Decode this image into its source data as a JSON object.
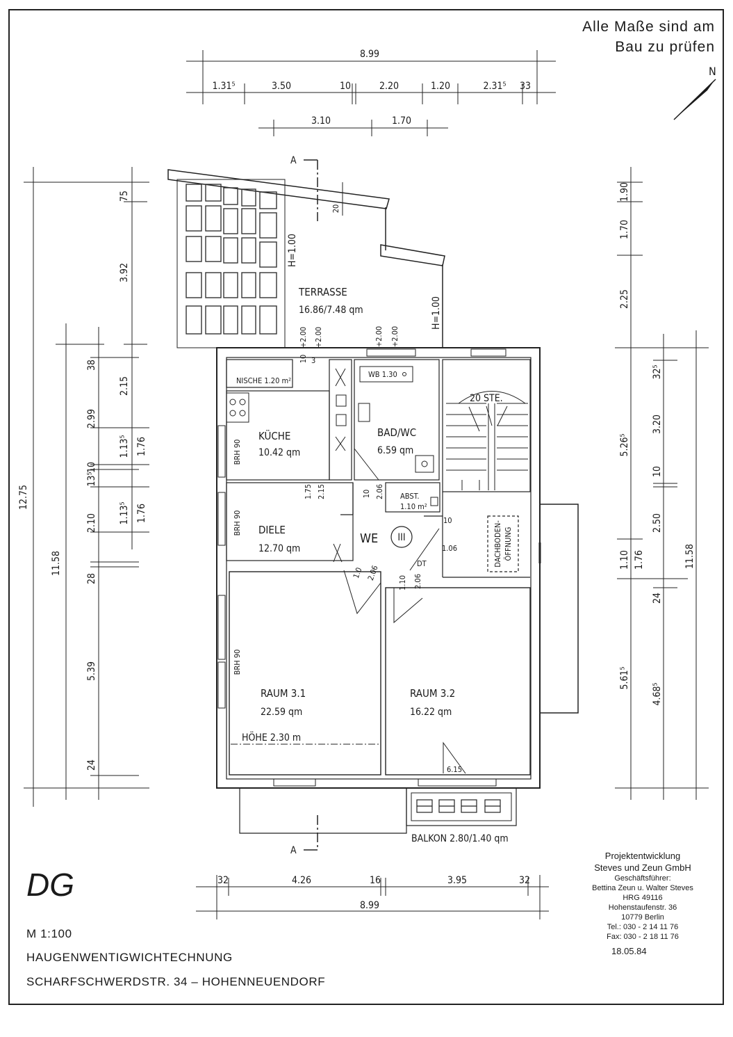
{
  "notes": {
    "line1": "Alle Maße sind am",
    "line2": "Bau zu prüfen"
  },
  "north_label": "N",
  "section_label": "A",
  "rooms": {
    "terrace": {
      "name": "TERRASSE",
      "area": "16.86/7.48 qm"
    },
    "niche": {
      "name": "NISCHE 1.20 m²"
    },
    "kitchen": {
      "name": "KÜCHE",
      "area": "10.42 qm"
    },
    "bath": {
      "name": "BAD/WC",
      "area": "6.59 qm",
      "fixture": "WB 1.30"
    },
    "storage": {
      "name": "ABST.",
      "area": "1.10 m²"
    },
    "hall": {
      "name": "DIELE",
      "area": "12.70 qm"
    },
    "unit": {
      "name": "WE",
      "number": "III"
    },
    "room31": {
      "name": "RAUM 3.1",
      "area": "22.59 qm",
      "height": "HÖHE 2.30 m"
    },
    "room32": {
      "name": "RAUM 3.2",
      "area": "16.22 qm"
    },
    "stairs": {
      "label": "20 STE."
    },
    "attic": {
      "label1": "DACHBODEN-",
      "label2": "ÖFFNUNG"
    },
    "balcony": {
      "name": "BALKON 2.80/1.40 qm"
    }
  },
  "annotations": {
    "h100a": "H=1.00",
    "h100b": "H=1.00",
    "p200a": "+2.00",
    "p200b": "+2.00",
    "p200c": "+2.00",
    "p200d": "+2.00",
    "brh1": "BRH 90",
    "brh2": "BRH 90",
    "brh3": "BRH 90",
    "dt": "DT",
    "d106": "1.06",
    "d10a": "10",
    "d615": "6.15",
    "d175": "1.75",
    "d215": "2.15",
    "d10b": "10",
    "d206a": "2.06",
    "d10c": "1.0",
    "d206b": "2.06",
    "d110": "1.10",
    "d206c": "2.06",
    "d20": "20",
    "d10d": "10",
    "d3": "3"
  },
  "dims_top": {
    "total": "8.99",
    "seg": [
      "1.31⁵",
      "3.50",
      "10",
      "2.20",
      "1.20",
      "2.31⁵",
      "33"
    ],
    "row3": [
      "3.10",
      "1.70"
    ]
  },
  "dims_bottom": {
    "seg": [
      "32",
      "4.26",
      "16",
      "3.95",
      "32"
    ],
    "total": "8.99"
  },
  "dims_left": {
    "total": "12.75",
    "mid": "11.58",
    "c1": [
      "75",
      "3.92",
      "2.15",
      "1.13⁵",
      "1.13⁵"
    ],
    "c2": [
      "38",
      "2.99",
      "10",
      "13⁵",
      "2.10",
      "28",
      "5.39",
      "24"
    ],
    "c3": [
      "1.76",
      "1.76"
    ]
  },
  "dims_right": {
    "c1": [
      "1.90",
      "1.70",
      "2.25",
      "5.26⁵",
      "1.10",
      "5.61⁵"
    ],
    "c2": [
      "32⁵",
      "3.20",
      "10",
      "2.50",
      "1.76",
      "24",
      "4.68⁵"
    ],
    "c3": [
      "11.58"
    ]
  },
  "title_block": {
    "floor": "DG",
    "scale": "M 1:100",
    "name": "HAUGENWENTIGWICHTECHNUNG",
    "address": "SCHARFSCHWERDSTR. 34 – HOHENNEUENDORF"
  },
  "office": {
    "l1": "Projektentwicklung",
    "l2": "Steves und Zeun GmbH",
    "l3": "Geschäftsführer:",
    "l4": "Bettina Zeun u. Walter Steves",
    "l5": "HRG 49116",
    "l6": "Hohenstaufenstr. 36",
    "l7": "10779 Berlin",
    "l8": "Tel.: 030 - 2 14 11 76",
    "l9": "Fax: 030 - 2 18 11 76"
  },
  "date": "18.05.84"
}
